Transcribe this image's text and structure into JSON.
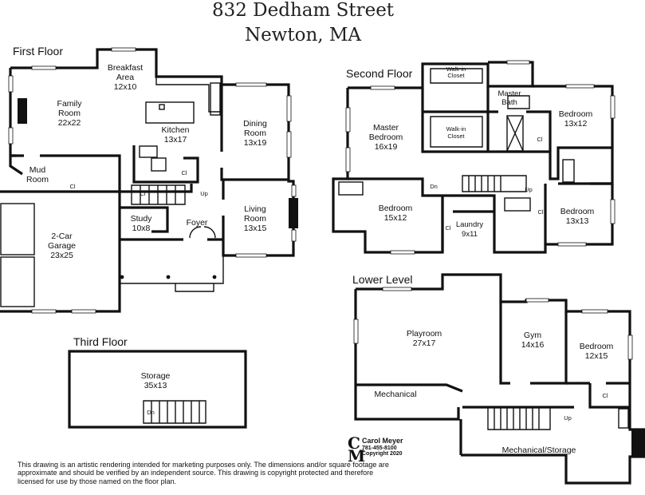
{
  "header": {
    "street": "832 Dedham Street",
    "city": "Newton, MA"
  },
  "floors": {
    "first": "First Floor",
    "second": "Second Floor",
    "third": "Third Floor",
    "lower": "Lower Level"
  },
  "rooms": {
    "breakfast": {
      "name": "Breakfast\nArea",
      "size": "12x10"
    },
    "family": {
      "name": "Family\nRoom",
      "size": "22x22"
    },
    "kitchen": {
      "name": "Kitchen",
      "size": "13x17"
    },
    "dining": {
      "name": "Dining\nRoom",
      "size": "13x19"
    },
    "mud": {
      "name": "Mud\nRoom"
    },
    "garage": {
      "name": "2-Car\nGarage",
      "size": "23x25"
    },
    "study": {
      "name": "Study",
      "size": "10x8"
    },
    "foyer": {
      "name": "Foyer"
    },
    "living": {
      "name": "Living\nRoom",
      "size": "13x15"
    },
    "walkin1": {
      "name": "Walk-in\nCloset"
    },
    "walkin2": {
      "name": "Walk-in\nCloset"
    },
    "master_bath": {
      "name": "Master\nBath"
    },
    "master_bedroom": {
      "name": "Master\nBedroom",
      "size": "16x19"
    },
    "bedroom_2": {
      "name": "Bedroom",
      "size": "13x12"
    },
    "bedroom_3": {
      "name": "Bedroom",
      "size": "15x12"
    },
    "laundry": {
      "name": "Laundry",
      "size": "9x11"
    },
    "bedroom_4": {
      "name": "Bedroom",
      "size": "13x13"
    },
    "storage_third": {
      "name": "Storage",
      "size": "35x13"
    },
    "playroom": {
      "name": "Playroom",
      "size": "27x17"
    },
    "gym": {
      "name": "Gym",
      "size": "14x16"
    },
    "bedroom_lower": {
      "name": "Bedroom",
      "size": "12x15"
    },
    "mechanical": {
      "name": "Mechanical"
    },
    "mech_storage": {
      "name": "Mechanical/Storage"
    }
  },
  "labels": {
    "closet": "Cl",
    "up": "Up",
    "down": "Dn"
  },
  "logo": {
    "mark": "CM",
    "name": "Carol Meyer",
    "phone": "781-455-8100",
    "copyright": "Copyright 2020"
  },
  "disclaimer": "This drawing is an artistic rendering intended for marketing purposes only.  The dimensions and/or square footage are approximate and should be verified by an independent source. This drawing is copyright protected and therefore licensed for use by those named on the floor plan."
}
